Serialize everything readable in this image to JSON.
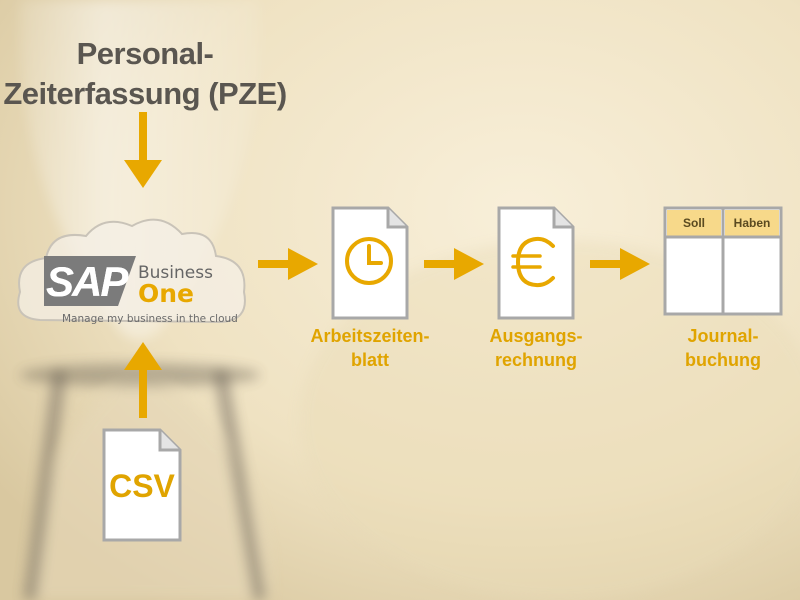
{
  "title": {
    "line1": "Personal-",
    "line2": "Zeiterfassung (PZE)"
  },
  "sap": {
    "logo_word": "SAP",
    "business": "Business",
    "one": "One",
    "tagline": "Manage my business in the cloud"
  },
  "csv": {
    "label": "CSV"
  },
  "steps": [
    {
      "line1": "Arbeitszeiten-",
      "line2": "blatt",
      "icon": "clock-icon"
    },
    {
      "line1": "Ausgangs-",
      "line2": "rechnung",
      "icon": "euro-icon"
    },
    {
      "line1": "Journal-",
      "line2": "buchung",
      "icon": "ledger-table-icon"
    }
  ],
  "ledger": {
    "col1": "Soll",
    "col2": "Haben"
  },
  "colors": {
    "accent": "#e8a800",
    "text_dark": "#5a5650",
    "doc_border": "#a8a8a8",
    "doc_fill": "#ffffff"
  }
}
